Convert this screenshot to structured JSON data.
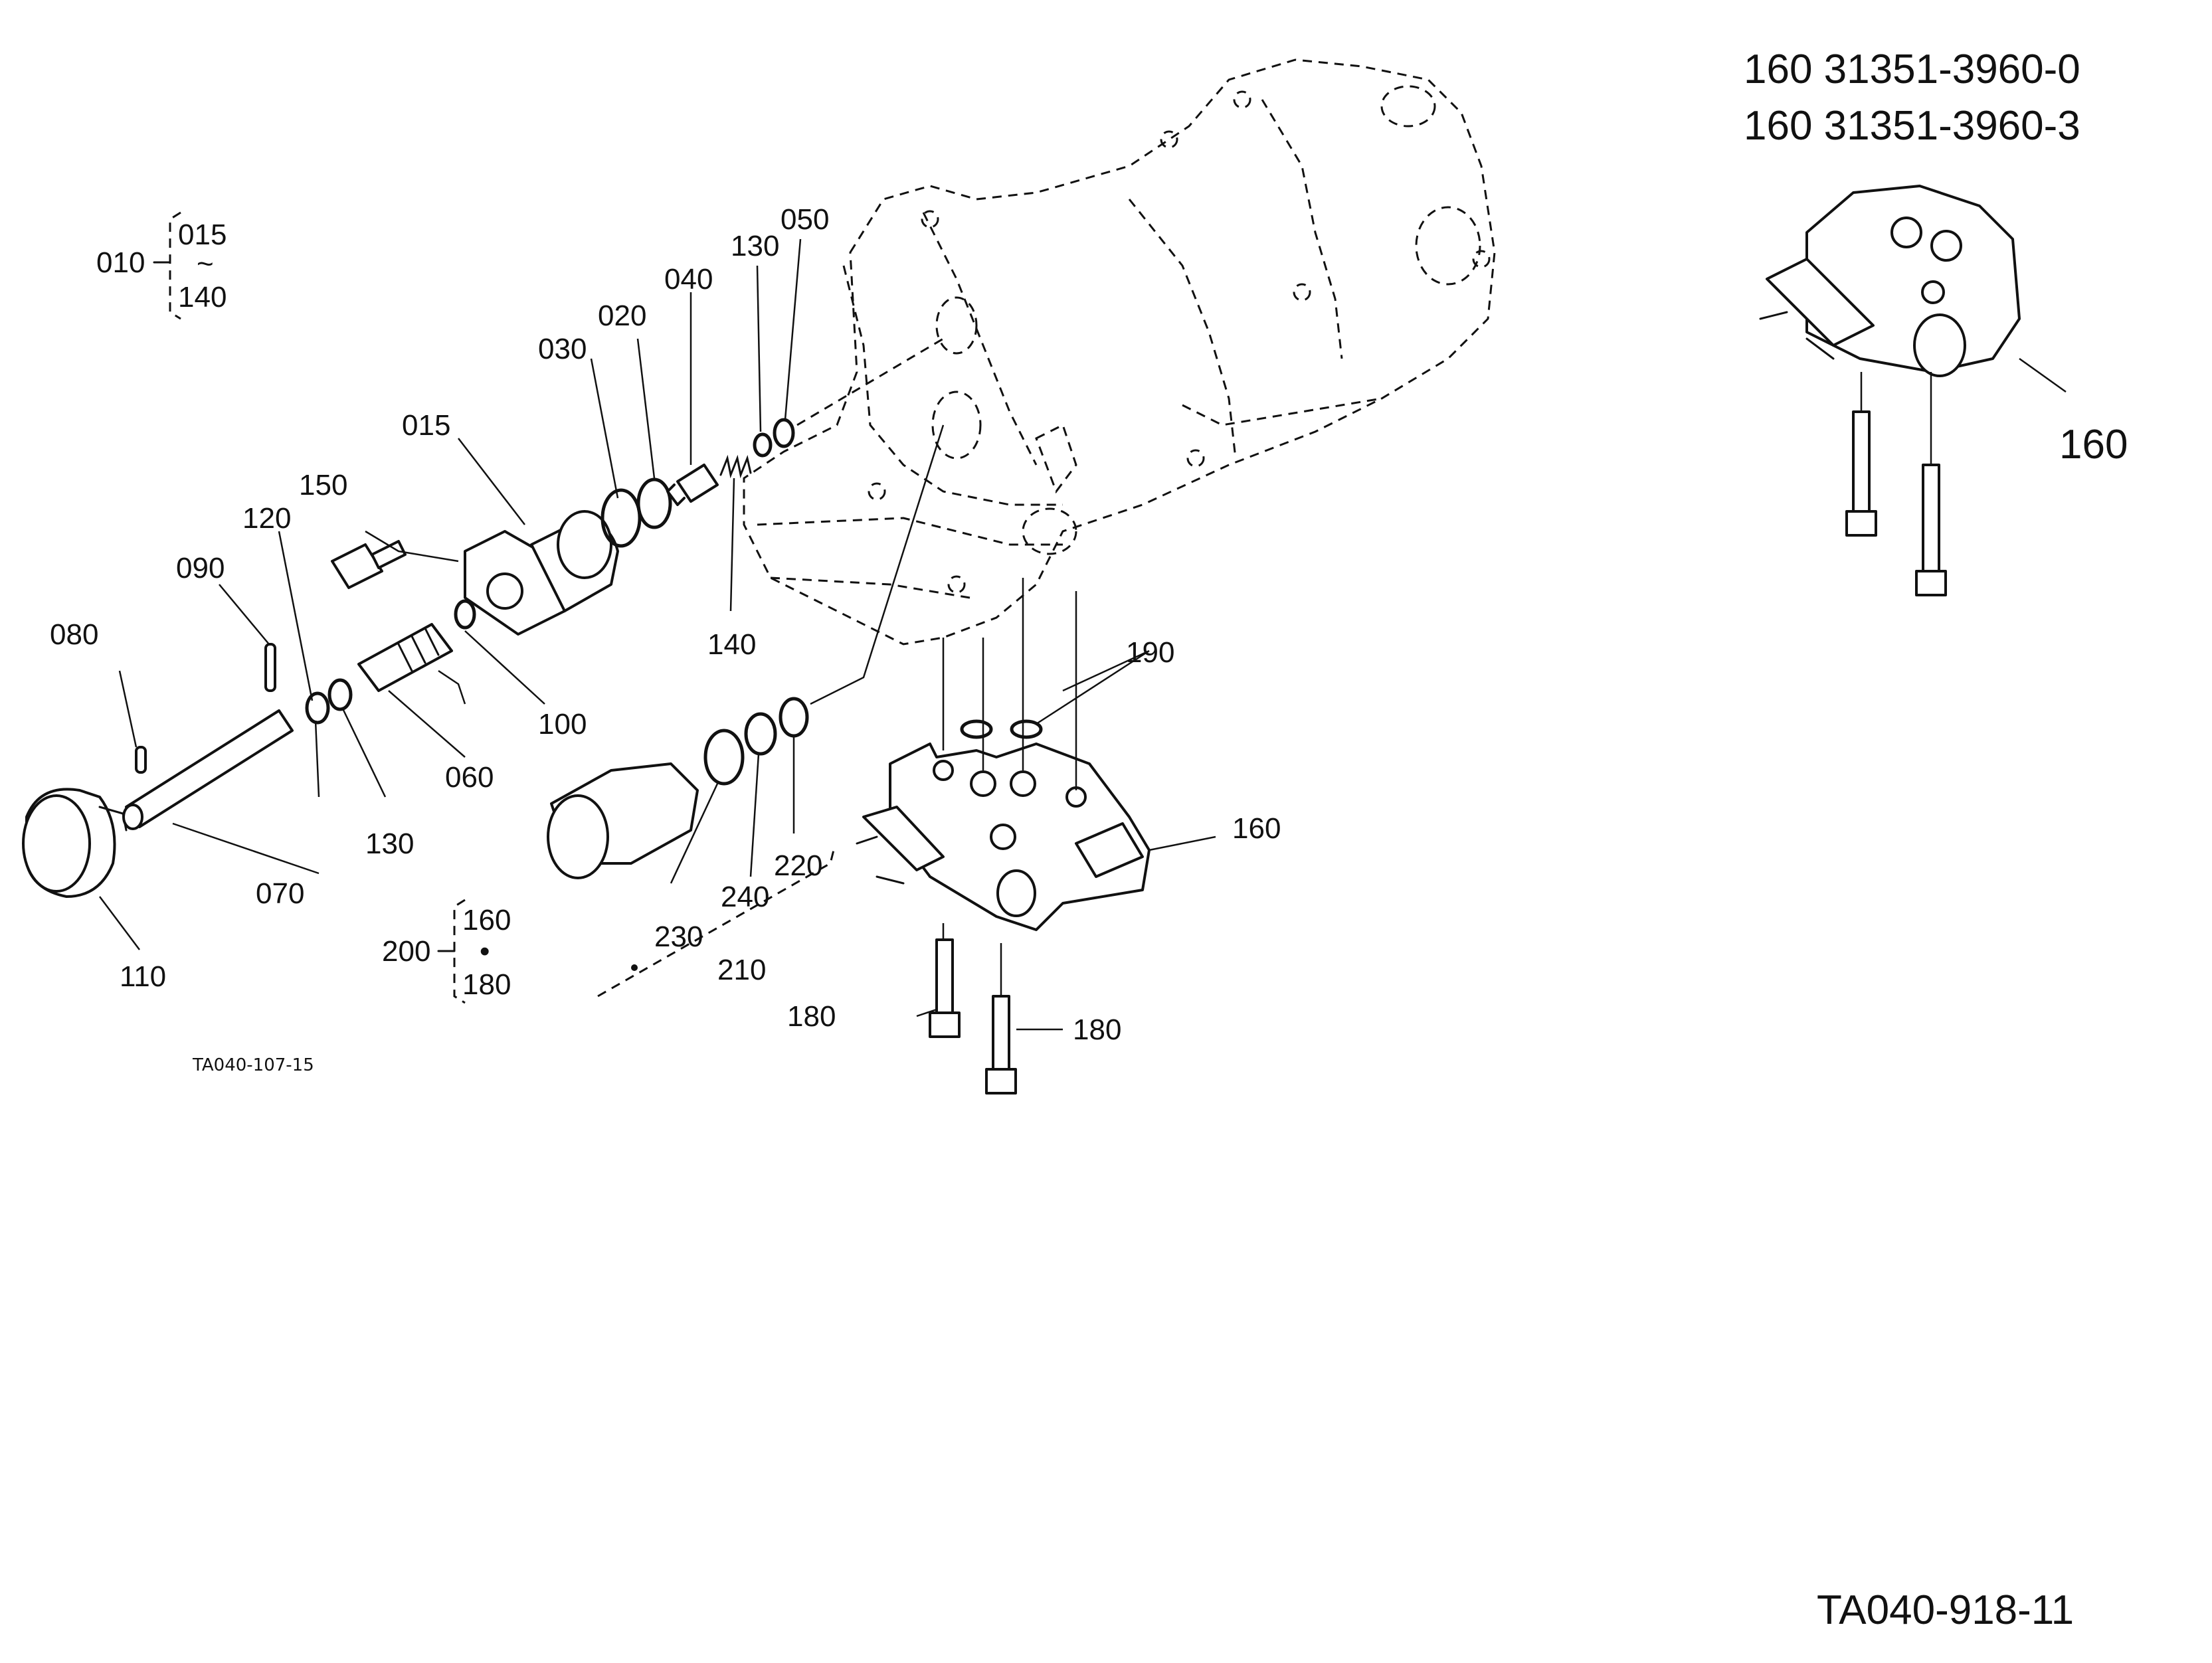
{
  "header": {
    "part_line_1": "160 31351-3960-0",
    "part_line_2": "160 31351-3960-3"
  },
  "footer": {
    "drawing_code": "TA040-918-11",
    "sub_code": "TA040-107-15"
  },
  "groups": {
    "g010": {
      "parent": "010",
      "from": "015",
      "tilde": "~",
      "to": "140"
    },
    "g200": {
      "parent": "200",
      "first": "160",
      "dot": "•",
      "second": "180"
    }
  },
  "callouts": {
    "c015": "015",
    "c020": "020",
    "c030": "030",
    "c040": "040",
    "c050": "050",
    "c060": "060",
    "c070": "070",
    "c080": "080",
    "c090": "090",
    "c100": "100",
    "c110": "110",
    "c120": "120",
    "c130a": "130",
    "c130b": "130",
    "c140": "140",
    "c150": "150",
    "c160a": "160",
    "c160b": "160",
    "c180a": "180",
    "c180b": "180",
    "c190": "190",
    "c210": "210",
    "c220": "220",
    "c230": "230",
    "c240": "240"
  }
}
